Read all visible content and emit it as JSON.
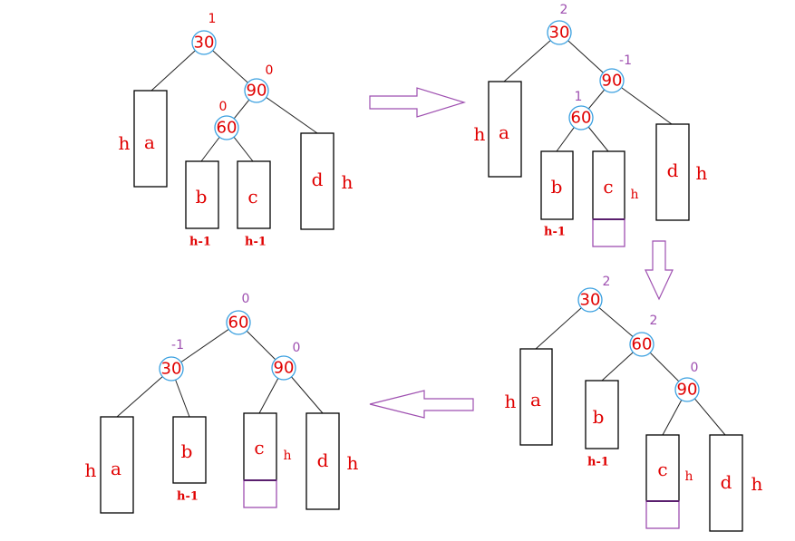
{
  "panels": {
    "p1": {
      "n30": {
        "key": "30",
        "bf": "1"
      },
      "n90": {
        "key": "90",
        "bf": "0"
      },
      "n60": {
        "key": "60",
        "bf": "0"
      },
      "a": "a",
      "b": "b",
      "c": "c",
      "d": "d",
      "ha": "h",
      "hd": "h",
      "hb": "h-1",
      "hc": "h-1"
    },
    "p2": {
      "n30": {
        "key": "30",
        "bf": "2"
      },
      "n90": {
        "key": "90",
        "bf": "-1"
      },
      "n60": {
        "key": "60",
        "bf": "1"
      },
      "a": "a",
      "b": "b",
      "c": "c",
      "d": "d",
      "ha": "h",
      "hd": "h",
      "hc": "h",
      "hb": "h-1"
    },
    "p3": {
      "n30": {
        "key": "30",
        "bf": "2"
      },
      "n60": {
        "key": "60",
        "bf": "2"
      },
      "n90": {
        "key": "90",
        "bf": "0"
      },
      "a": "a",
      "b": "b",
      "c": "c",
      "d": "d",
      "ha": "h",
      "hb": "h-1",
      "hc": "h",
      "hd": "h"
    },
    "p4": {
      "n60": {
        "key": "60",
        "bf": "0"
      },
      "n30": {
        "key": "30",
        "bf": "-1"
      },
      "n90": {
        "key": "90",
        "bf": "0"
      },
      "a": "a",
      "b": "b",
      "c": "c",
      "d": "d",
      "ha": "h",
      "hb": "h-1",
      "hc": "h",
      "hd": "h"
    }
  },
  "colors": {
    "text": "#e00000",
    "accent": "#9e4fb0",
    "node_ring": "#3aa0e0"
  }
}
